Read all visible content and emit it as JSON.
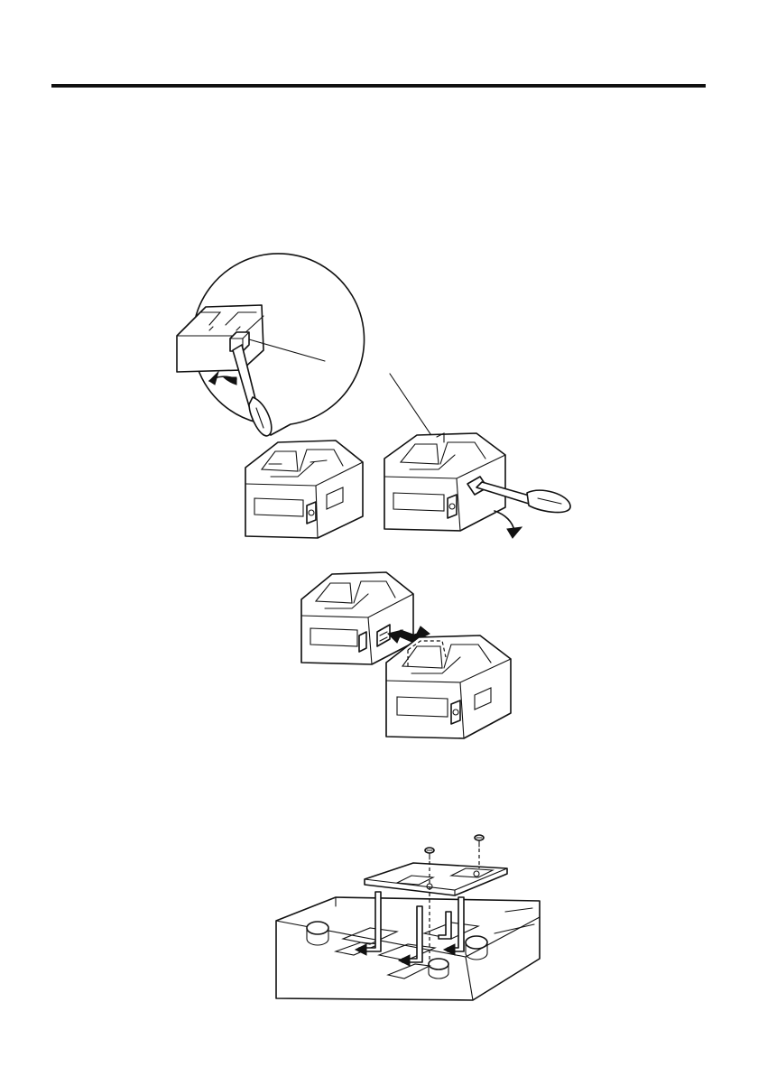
{
  "figures": [
    {
      "name": "unlatch-connector-cover-illustration"
    },
    {
      "name": "connect-two-chargers-illustration"
    },
    {
      "name": "attach-joining-plate-illustration"
    }
  ]
}
